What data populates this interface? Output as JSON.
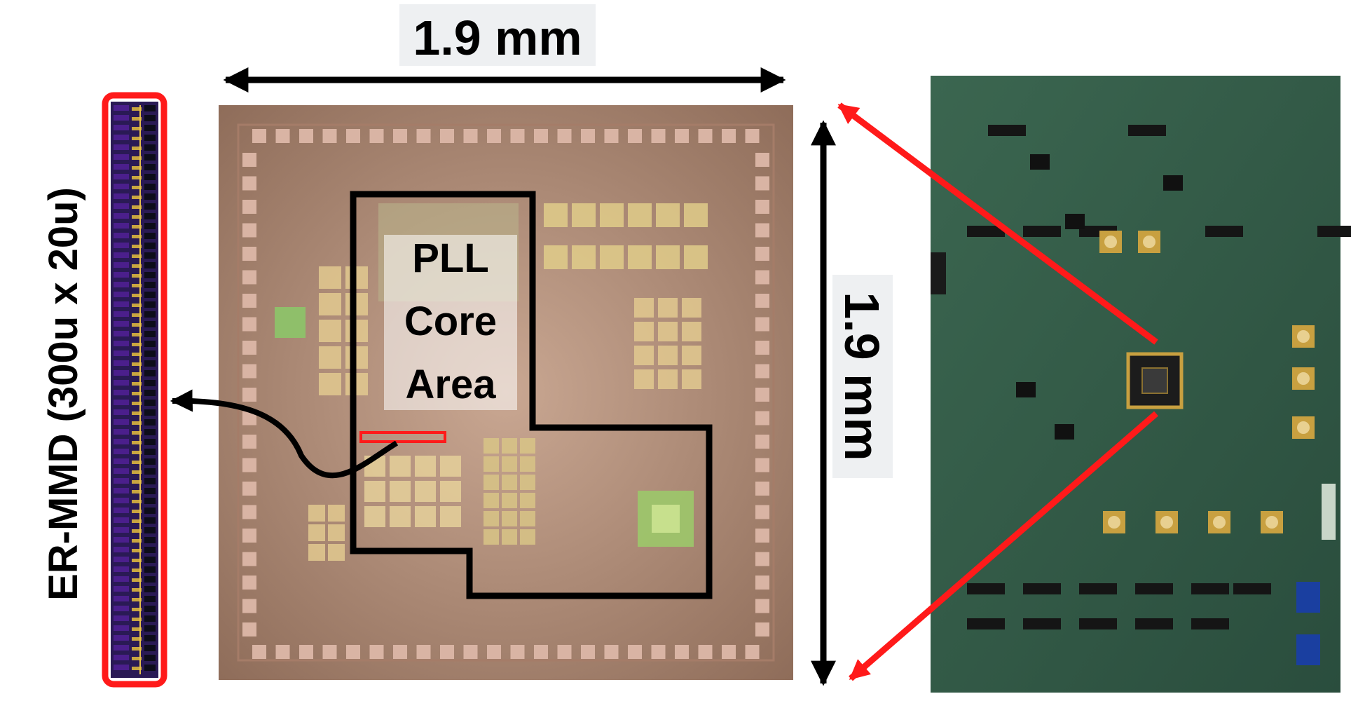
{
  "labels": {
    "top_dimension": "1.9 mm",
    "side_dimension": "1.9 mm",
    "core_line1": "PLL",
    "core_line2": "Core",
    "core_line3": "Area",
    "mmd_label": "ER-MMD (300u x 20u)"
  },
  "colors": {
    "die_base": "#b8957d",
    "die_dark": "#8a6a58",
    "pad": "#d9b4a4",
    "core_outline": "#000000",
    "highlight_red": "#ff1a1a",
    "pcb_green": "#2f5a46",
    "mmd_purple": "#4b1f8c"
  }
}
